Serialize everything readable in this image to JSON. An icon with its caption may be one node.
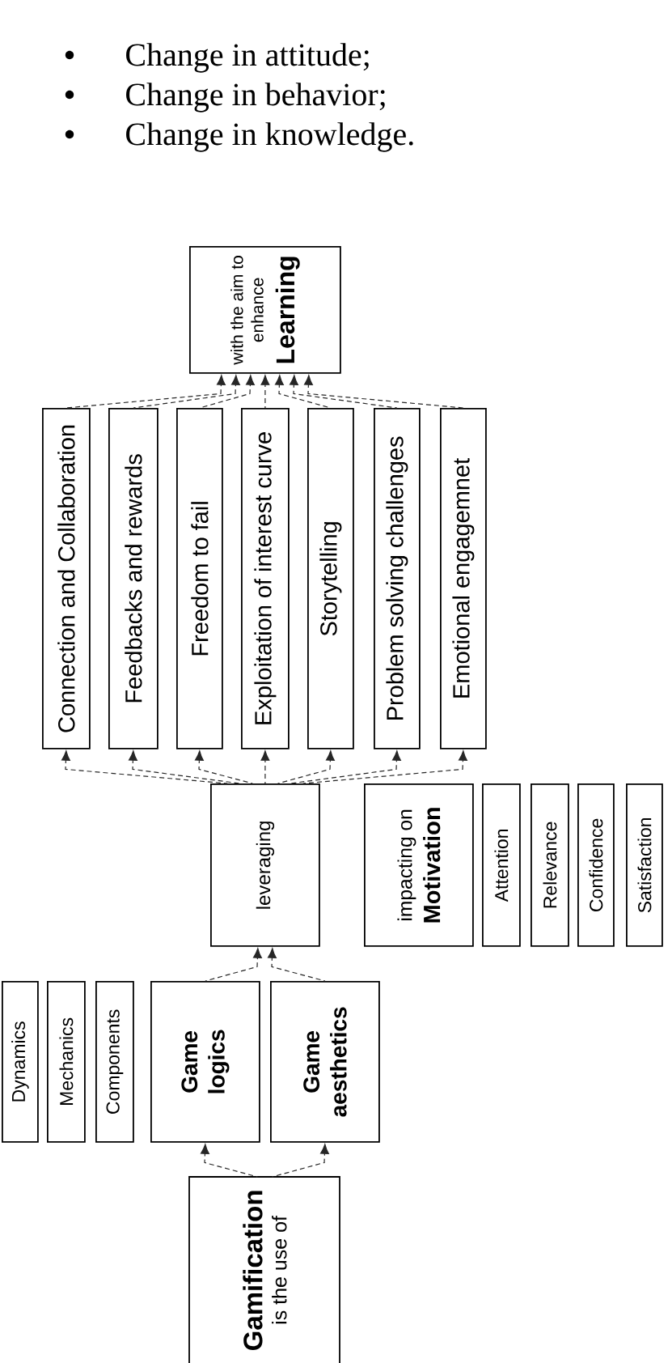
{
  "diagram": {
    "nodes": [
      {
        "text": [
          "with the aim to enhance",
          "Learning"
        ]
      },
      {
        "text": [
          "Connection and Collaboration"
        ]
      },
      {
        "text": [
          "Feedbacks and rewards"
        ]
      },
      {
        "text": [
          "Freedom to fail"
        ]
      },
      {
        "text": [
          "Exploitation of interest curve"
        ]
      },
      {
        "text": [
          "Storytelling"
        ]
      },
      {
        "text": [
          "Problem solving challenges"
        ]
      },
      {
        "text": [
          "Emotional engagemnet"
        ]
      },
      {
        "text": [
          "leveraging"
        ]
      },
      {
        "text": [
          "impacting on",
          "Motivation"
        ]
      },
      {
        "text": [
          "Attention"
        ]
      },
      {
        "text": [
          "Relevance"
        ]
      },
      {
        "text": [
          "Confidence"
        ]
      },
      {
        "text": [
          "Satisfaction"
        ]
      },
      {
        "text": [
          "Dynamics"
        ]
      },
      {
        "text": [
          "Mechanics"
        ]
      },
      {
        "text": [
          "Components"
        ]
      },
      {
        "text": [
          "Game logics"
        ]
      },
      {
        "text": [
          "Game aesthetics"
        ]
      },
      {
        "text": [
          "Gamification",
          "is the use of"
        ]
      }
    ],
    "edges": [
      {
        "from": 1,
        "to": 0,
        "arrow": "to",
        "style": "dashed"
      },
      {
        "from": 2,
        "to": 0,
        "arrow": "to",
        "style": "dashed"
      },
      {
        "from": 3,
        "to": 0,
        "arrow": "to",
        "style": "dashed"
      },
      {
        "from": 4,
        "to": 0,
        "arrow": "to",
        "style": "dashed"
      },
      {
        "from": 5,
        "to": 0,
        "arrow": "to",
        "style": "dashed"
      },
      {
        "from": 6,
        "to": 0,
        "arrow": "to",
        "style": "dashed"
      },
      {
        "from": 7,
        "to": 0,
        "arrow": "to",
        "style": "dashed"
      },
      {
        "from": 8,
        "to": 1,
        "arrow": "to",
        "style": "dashed"
      },
      {
        "from": 8,
        "to": 2,
        "arrow": "to",
        "style": "dashed"
      },
      {
        "from": 8,
        "to": 3,
        "arrow": "to",
        "style": "dashed"
      },
      {
        "from": 8,
        "to": 4,
        "arrow": "to",
        "style": "dashed"
      },
      {
        "from": 8,
        "to": 5,
        "arrow": "to",
        "style": "dashed"
      },
      {
        "from": 8,
        "to": 6,
        "arrow": "to",
        "style": "dashed"
      },
      {
        "from": 8,
        "to": 7,
        "arrow": "to",
        "style": "dashed"
      },
      {
        "from": 17,
        "to": 8,
        "arrow": "to",
        "style": "dashed"
      },
      {
        "from": 18,
        "to": 8,
        "arrow": "to",
        "style": "dashed"
      },
      {
        "from": 19,
        "to": 17,
        "arrow": "to",
        "style": "dashed"
      },
      {
        "from": 19,
        "to": 18,
        "arrow": "to",
        "style": "dashed"
      }
    ],
    "labels": [
      "Change in attitude;",
      "Change in behavior;",
      "Change in knowledge."
    ]
  }
}
